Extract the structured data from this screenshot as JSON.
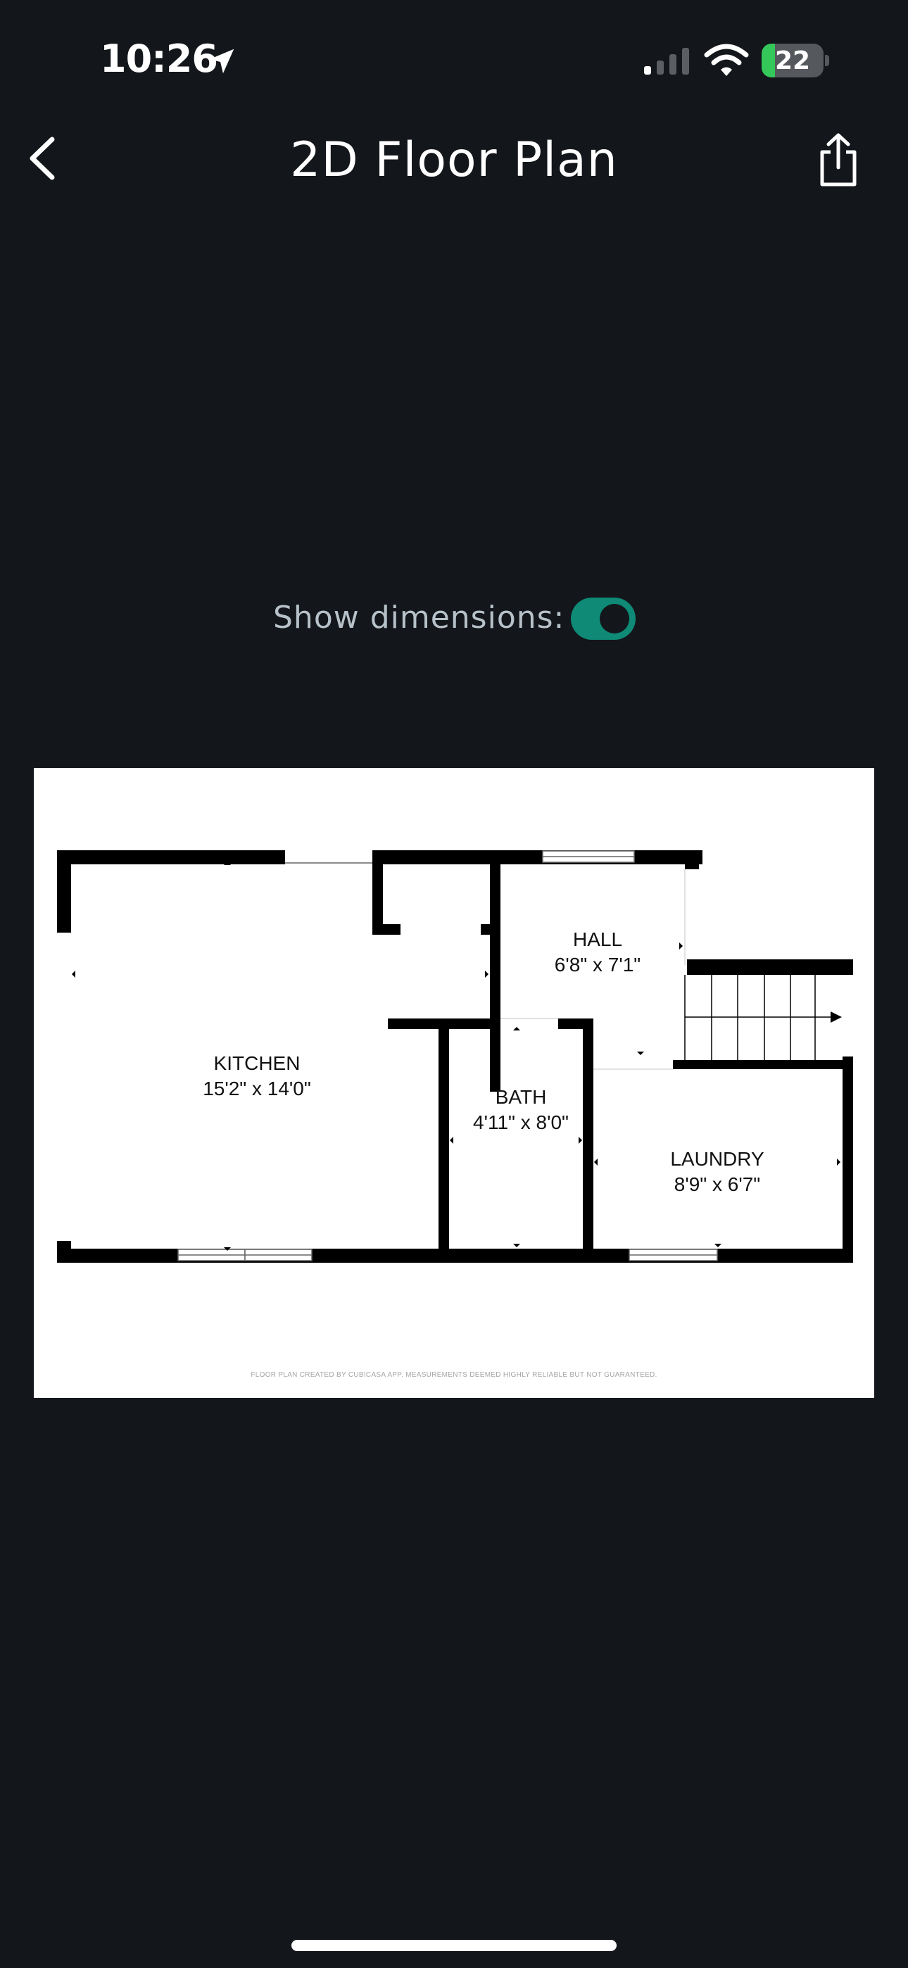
{
  "status_bar": {
    "time": "10:26",
    "battery": "22",
    "battery_level": 0.22,
    "accent": "#34c759"
  },
  "nav": {
    "title": "2D Floor Plan",
    "back_icon": "chevron-left-icon",
    "share_icon": "share-icon"
  },
  "settings": {
    "show_dimensions_label": "Show dimensions:",
    "show_dimensions_on": true,
    "toggle_color": "#0e8a76"
  },
  "floor_plan": {
    "rooms": [
      {
        "name": "KITCHEN",
        "dims": "15'2\" x 14'0\""
      },
      {
        "name": "HALL",
        "dims": "6'8\" x 7'1\""
      },
      {
        "name": "BATH",
        "dims": "4'11\" x 8'0\""
      },
      {
        "name": "LAUNDRY",
        "dims": "8'9\" x 6'7\""
      }
    ],
    "footnote": "FLOOR PLAN CREATED BY CUBICASA APP. MEASUREMENTS DEEMED HIGHLY RELIABLE BUT NOT GUARANTEED."
  }
}
